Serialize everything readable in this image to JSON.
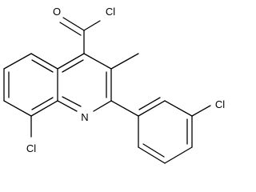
{
  "molecule": {
    "atoms": {
      "carbonyl_oxygen": "O",
      "acyl_chlorine": "Cl",
      "ring_nitrogen": "N",
      "quinoline_chlorine": "Cl",
      "phenyl_chlorine": "Cl"
    }
  },
  "colors": {
    "ink": "#000000",
    "background": "#ffffff"
  }
}
